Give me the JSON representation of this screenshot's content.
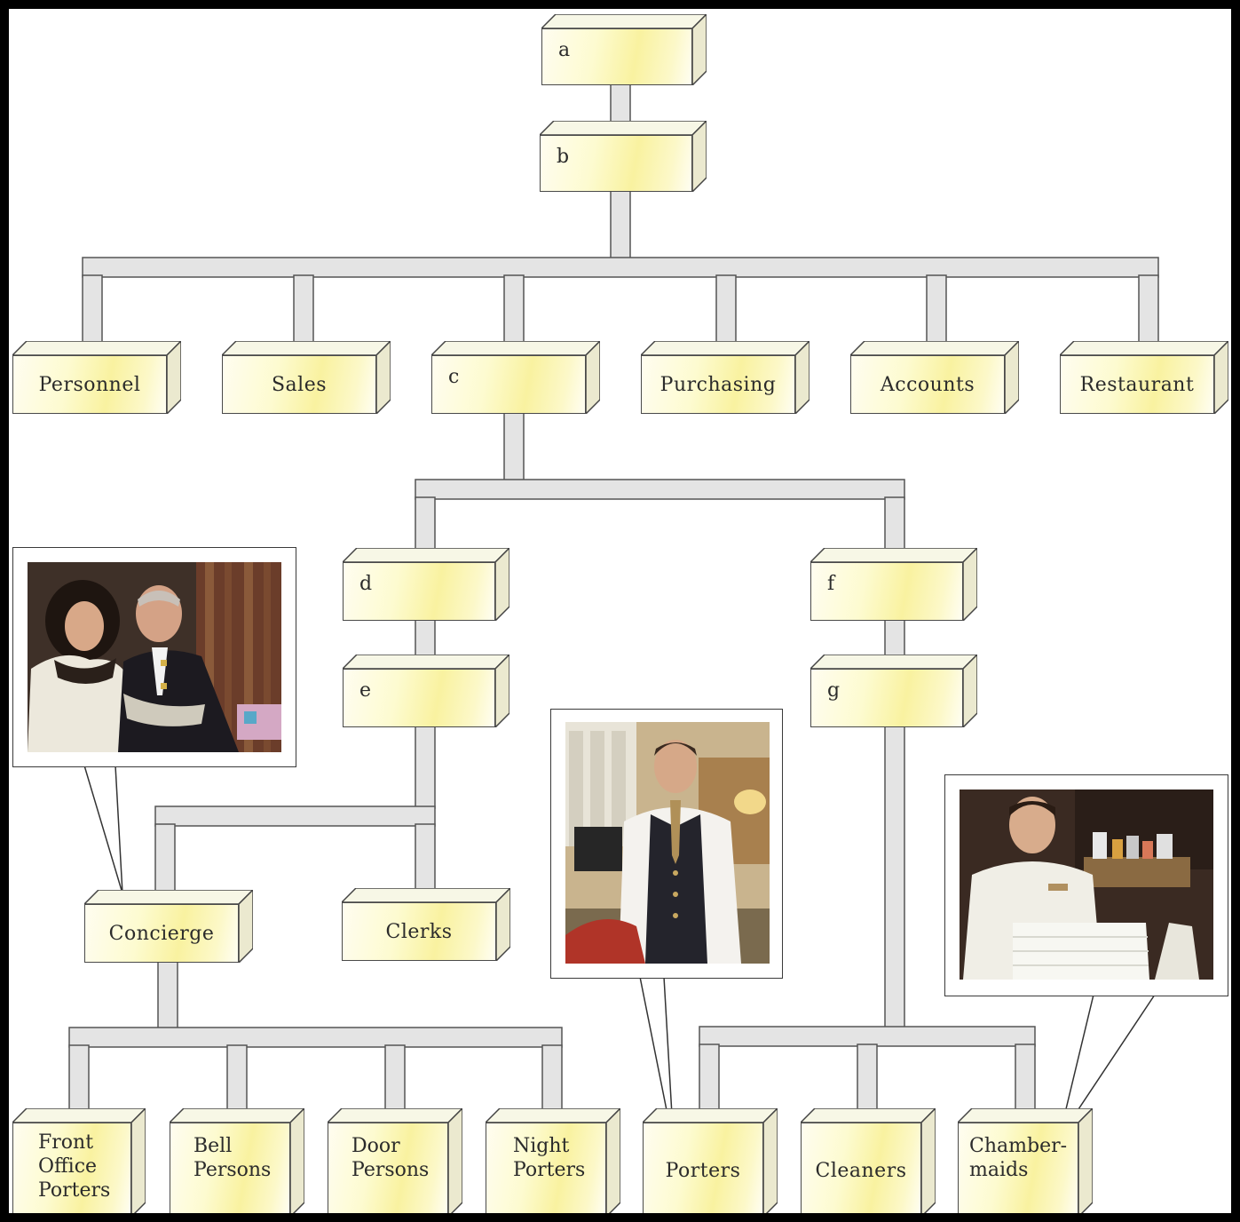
{
  "top": {
    "a": "a",
    "b": "b"
  },
  "departments": {
    "personnel": "Personnel",
    "sales": "Sales",
    "c": "c",
    "purchasing": "Purchasing",
    "accounts": "Accounts",
    "restaurant": "Restaurant"
  },
  "front_office": {
    "d": "d",
    "e": "e",
    "concierge": "Concierge",
    "clerks": "Clerks"
  },
  "housekeeping": {
    "f": "f",
    "g": "g"
  },
  "staff": {
    "front_office_porters": "Front\nOffice\nPorters",
    "bell_persons": "Bell\nPersons",
    "door_persons": "Door\nPersons",
    "night_porters": "Night\nPorters",
    "porters": "Porters",
    "cleaners": "Cleaners",
    "chambermaids": "Chamber-\nmaids"
  },
  "colors": {
    "box_fill": "#f9f2a0",
    "connector_fill": "#e6e6e6",
    "outline": "#4a4a4a"
  }
}
